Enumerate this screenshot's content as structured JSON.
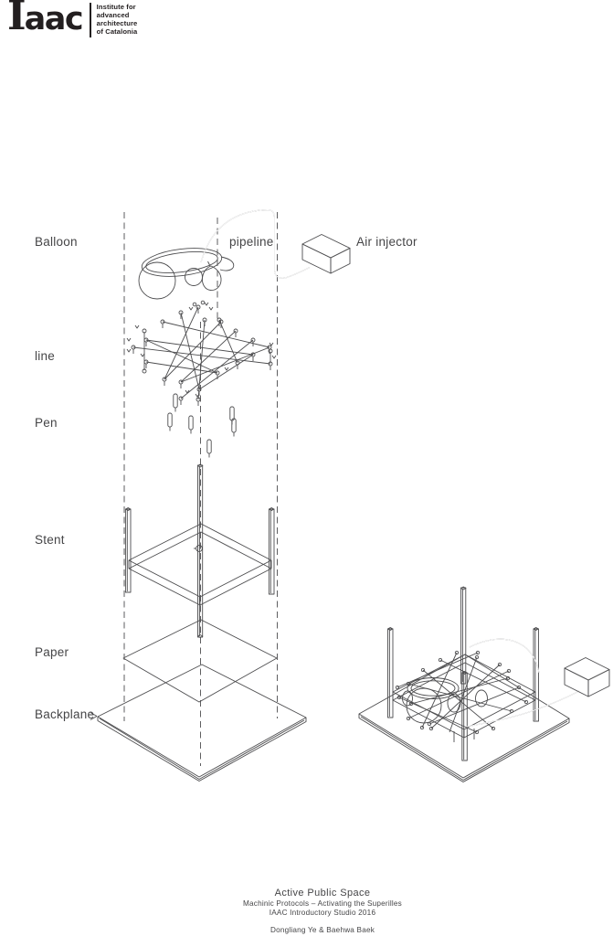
{
  "logo": {
    "wordmark_initial": "I",
    "wordmark_rest": "aac",
    "tagline": [
      "Institute for",
      "advanced",
      "architecture",
      "of Catalonia"
    ]
  },
  "labels": {
    "balloon": "Balloon",
    "pipeline": "pipeline",
    "air_injector": "Air injector",
    "line": "line",
    "pen": "Pen",
    "stent": "Stent",
    "paper": "Paper",
    "backplane": "Backplane"
  },
  "footer": {
    "project": "Active Public Space",
    "subtitle": "Machinic Protocols – Activating the Superilles",
    "studio": "IAAC Introductory Studio 2016",
    "authors": "Dongliang Ye & Baehwa Baek"
  },
  "colors": {
    "ink": "#231f20",
    "line_stroke": "#4d4d4f",
    "background": "#ffffff"
  }
}
